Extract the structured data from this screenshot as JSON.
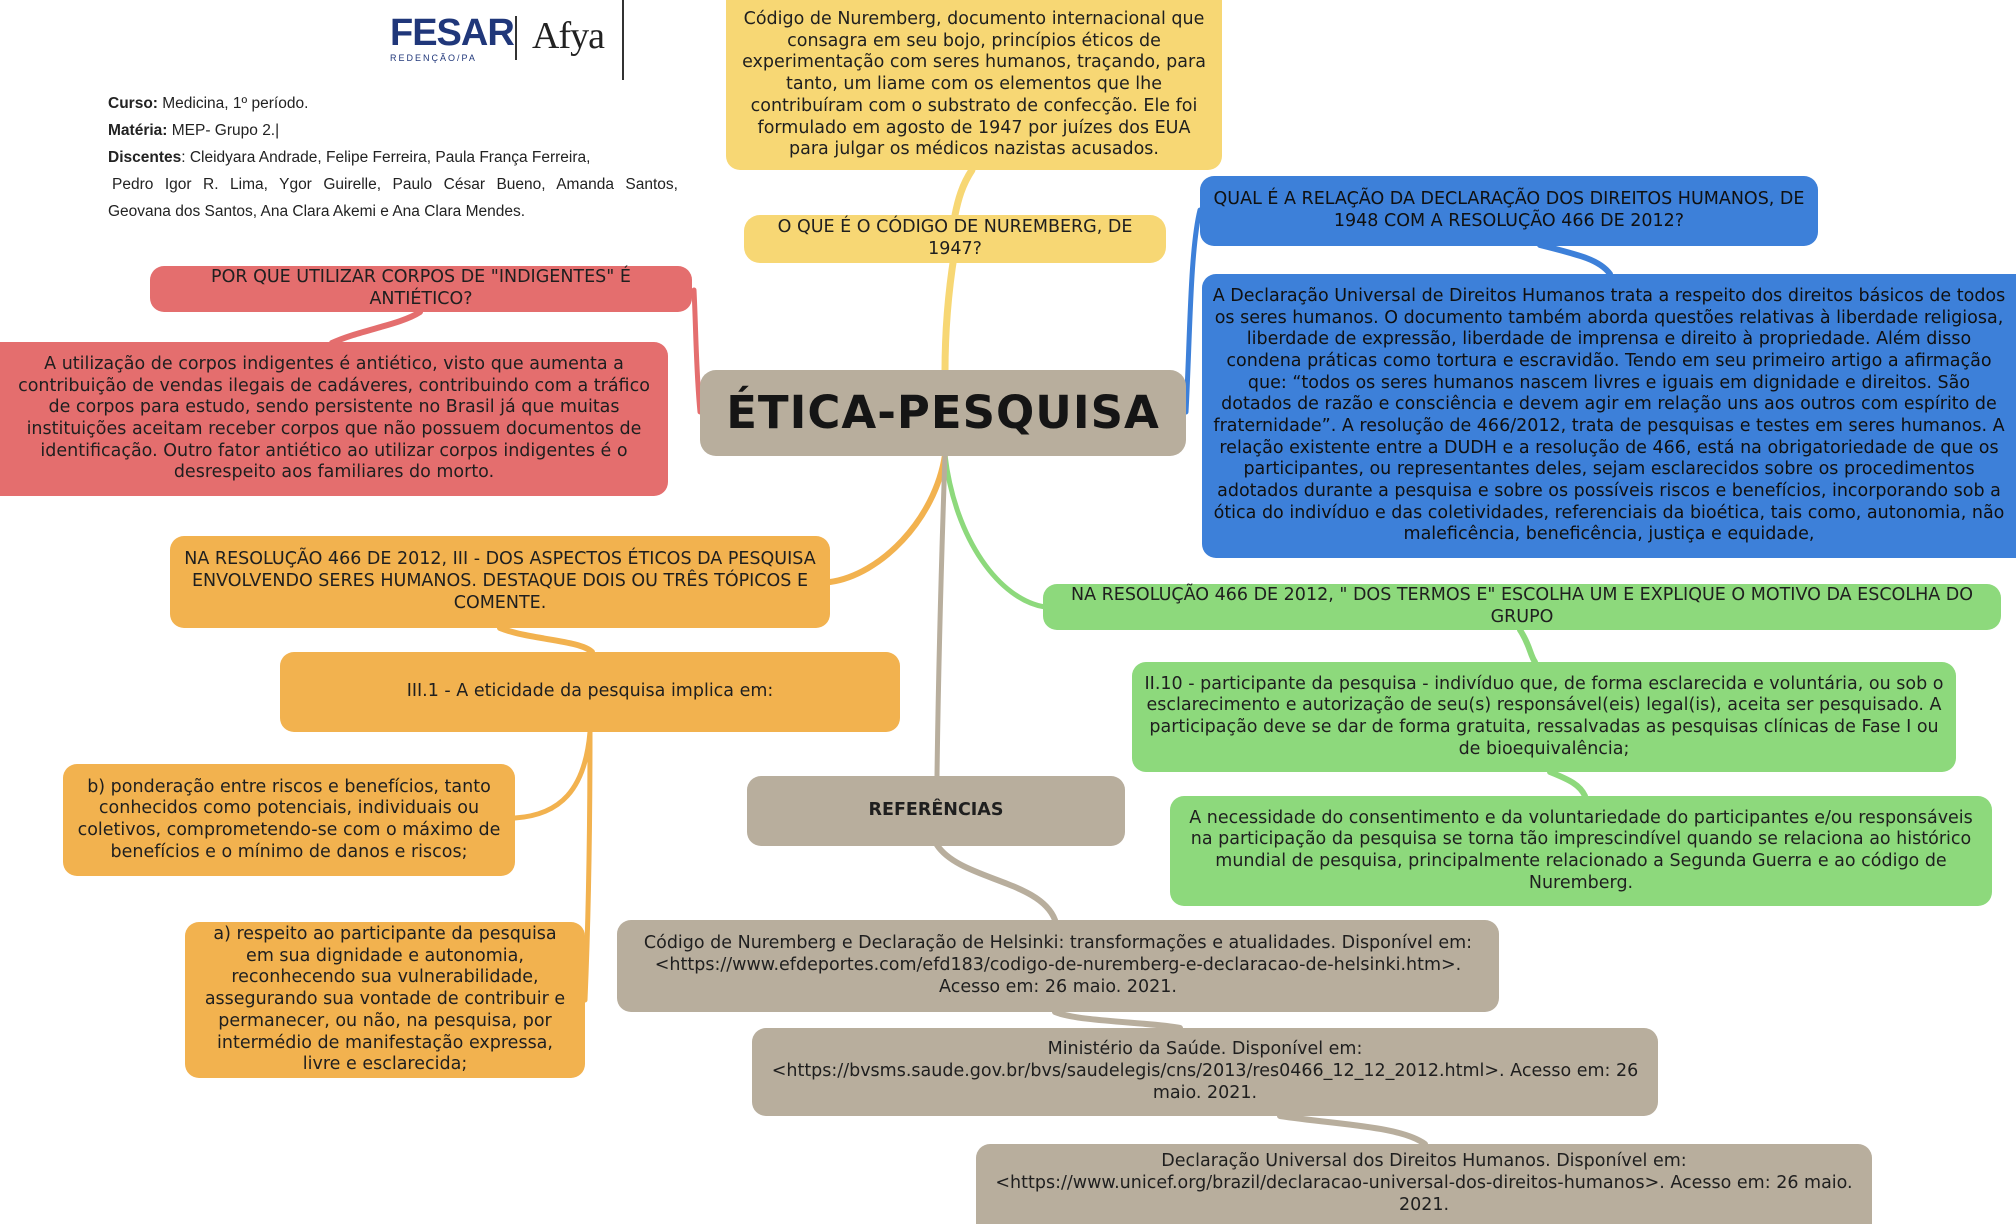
{
  "logos": {
    "fesar_main": "FESAR",
    "fesar_sub": "REDENÇÃO/PA",
    "afya": "Afya"
  },
  "info": {
    "curso_label": "Curso:",
    "curso_value": "Medicina, 1º período.",
    "materia_label": "Matéria:",
    "materia_value": "MEP- Grupo 2.|",
    "discentes_label": "Discentes",
    "discentes_line1": ": Cleidyara Andrade, Felipe Ferreira, Paula França Ferreira,",
    "discentes_line2": "Pedro Igor R. Lima, Ygor Guirelle, Paulo César Bueno, Amanda Santos,",
    "discentes_line3": "Geovana dos Santos, Ana Clara Akemi e Ana Clara Mendes."
  },
  "colors": {
    "yellow": "#f7d774",
    "blue": "#3d80d9",
    "red": "#e46e6e",
    "orange": "#f2b24f",
    "green": "#8dd97c",
    "gray": "#b8ae9d"
  },
  "nodes": {
    "center": "ÉTICA-PESQUISA",
    "nuremberg_question": "O QUE É O CÓDIGO DE NUREMBERG, DE 1947?",
    "nuremberg_answer": "Código de Nuremberg, documento internacional que consagra em seu bojo, princípios éticos de experimentação com seres humanos, traçando, para tanto, um liame com os elementos que lhe contribuíram com o substrato de confecção. Ele foi formulado em agosto de 1947 por juízes dos EUA para julgar os médicos nazistas acusados.",
    "dudh_question": "QUAL É A RELAÇÃO DA DECLARAÇÃO DOS DIREITOS HUMANOS, DE 1948 COM A RESOLUÇÃO 466 DE 2012?",
    "dudh_answer": "A Declaração Universal de Direitos Humanos trata a respeito dos direitos básicos de todos os seres humanos. O documento também aborda questões relativas à liberdade religiosa, liberdade de expressão, liberdade de imprensa e direito à propriedade. Além disso condena práticas como tortura e escravidão. Tendo em seu primeiro artigo a afirmação que: “todos os seres humanos nascem livres e iguais em dignidade e direitos. São dotados de razão e consciência e devem agir em relação uns aos outros com espírito de fraternidade”. A resolução de 466/2012, trata de pesquisas e testes em seres humanos. A relação existente entre a DUDH e a resolução de 466, está na obrigatoriedade de que os participantes, ou representantes deles, sejam esclarecidos sobre os procedimentos adotados durante a pesquisa e sobre os possíveis riscos e benefícios, incorporando sob a ótica do indivíduo e das coletividades, referenciais da bioética, tais como, autonomia, não maleficência, beneficência, justiça e equidade,",
    "indigentes_question": "POR QUE UTILIZAR CORPOS DE \"INDIGENTES\" É ANTIÉTICO?",
    "indigentes_answer": "A utilização de corpos indigentes é antiético, visto que aumenta a contribuição de vendas ilegais de cadáveres, contribuindo com a tráfico de corpos para estudo, sendo persistente no Brasil já que muitas instituições aceitam receber corpos que não possuem documentos de identificação. Outro fator antiético ao utilizar corpos indigentes é o desrespeito aos familiares do morto.",
    "aspectos_question": "NA RESOLUÇÃO 466 DE 2012, III - DOS ASPECTOS ÉTICOS DA PESQUISA ENVOLVENDO SERES HUMANOS. DESTAQUE DOIS OU TRÊS TÓPICOS E COMENTE.",
    "eticidade": "III.1 - A eticidade da pesquisa implica em:",
    "item_b": "b) ponderação entre riscos e benefícios, tanto conhecidos como potenciais, individuais ou coletivos, comprometendo-se com o máximo de benefícios e o mínimo de danos e riscos;",
    "item_a": "a) respeito ao participante da pesquisa em sua dignidade e autonomia, reconhecendo sua vulnerabilidade, assegurando sua vontade de contribuir e permanecer, ou não, na pesquisa, por intermédio de manifestação expressa, livre e esclarecida;",
    "termos_question": "NA RESOLUÇÃO 466 DE 2012, \" DOS TERMOS E\" ESCOLHA UM E EXPLIQUE O MOTIVO DA ESCOLHA DO GRUPO",
    "termo_ii10": "II.10 - participante da pesquisa - indivíduo que, de forma esclarecida e voluntária, ou sob o esclarecimento e autorização de seu(s) responsável(eis) legal(is), aceita ser pesquisado. A participação deve se dar de forma gratuita, ressalvadas as pesquisas clínicas de Fase I ou de bioequivalência;",
    "termo_motivo": "A necessidade do consentimento e da voluntariedade do participantes e/ou responsáveis na participação da pesquisa se torna tão imprescindível quando se relaciona ao histórico mundial de pesquisa, principalmente relacionado a Segunda Guerra e ao código de Nuremberg.",
    "referencias": "REFERÊNCIAS",
    "ref1": "Código de Nuremberg e Declaração de Helsinki: transformações e atualidades. Disponível em: <https://www.efdeportes.com/efd183/codigo-de-nuremberg-e-declaracao-de-helsinki.htm>. Acesso em: 26 maio. 2021.",
    "ref2": "Ministério da Saúde. Disponível em: <https://bvsms.saude.gov.br/bvs/saudelegis/cns/2013/res0466_12_12_2012.html>. Acesso em: 26 maio. 2021.",
    "ref3": "Declaração Universal dos Direitos Humanos. Disponível em: <https://www.unicef.org/brazil/declaracao-universal-dos-direitos-humanos>. Acesso em: 26 maio. 2021."
  }
}
